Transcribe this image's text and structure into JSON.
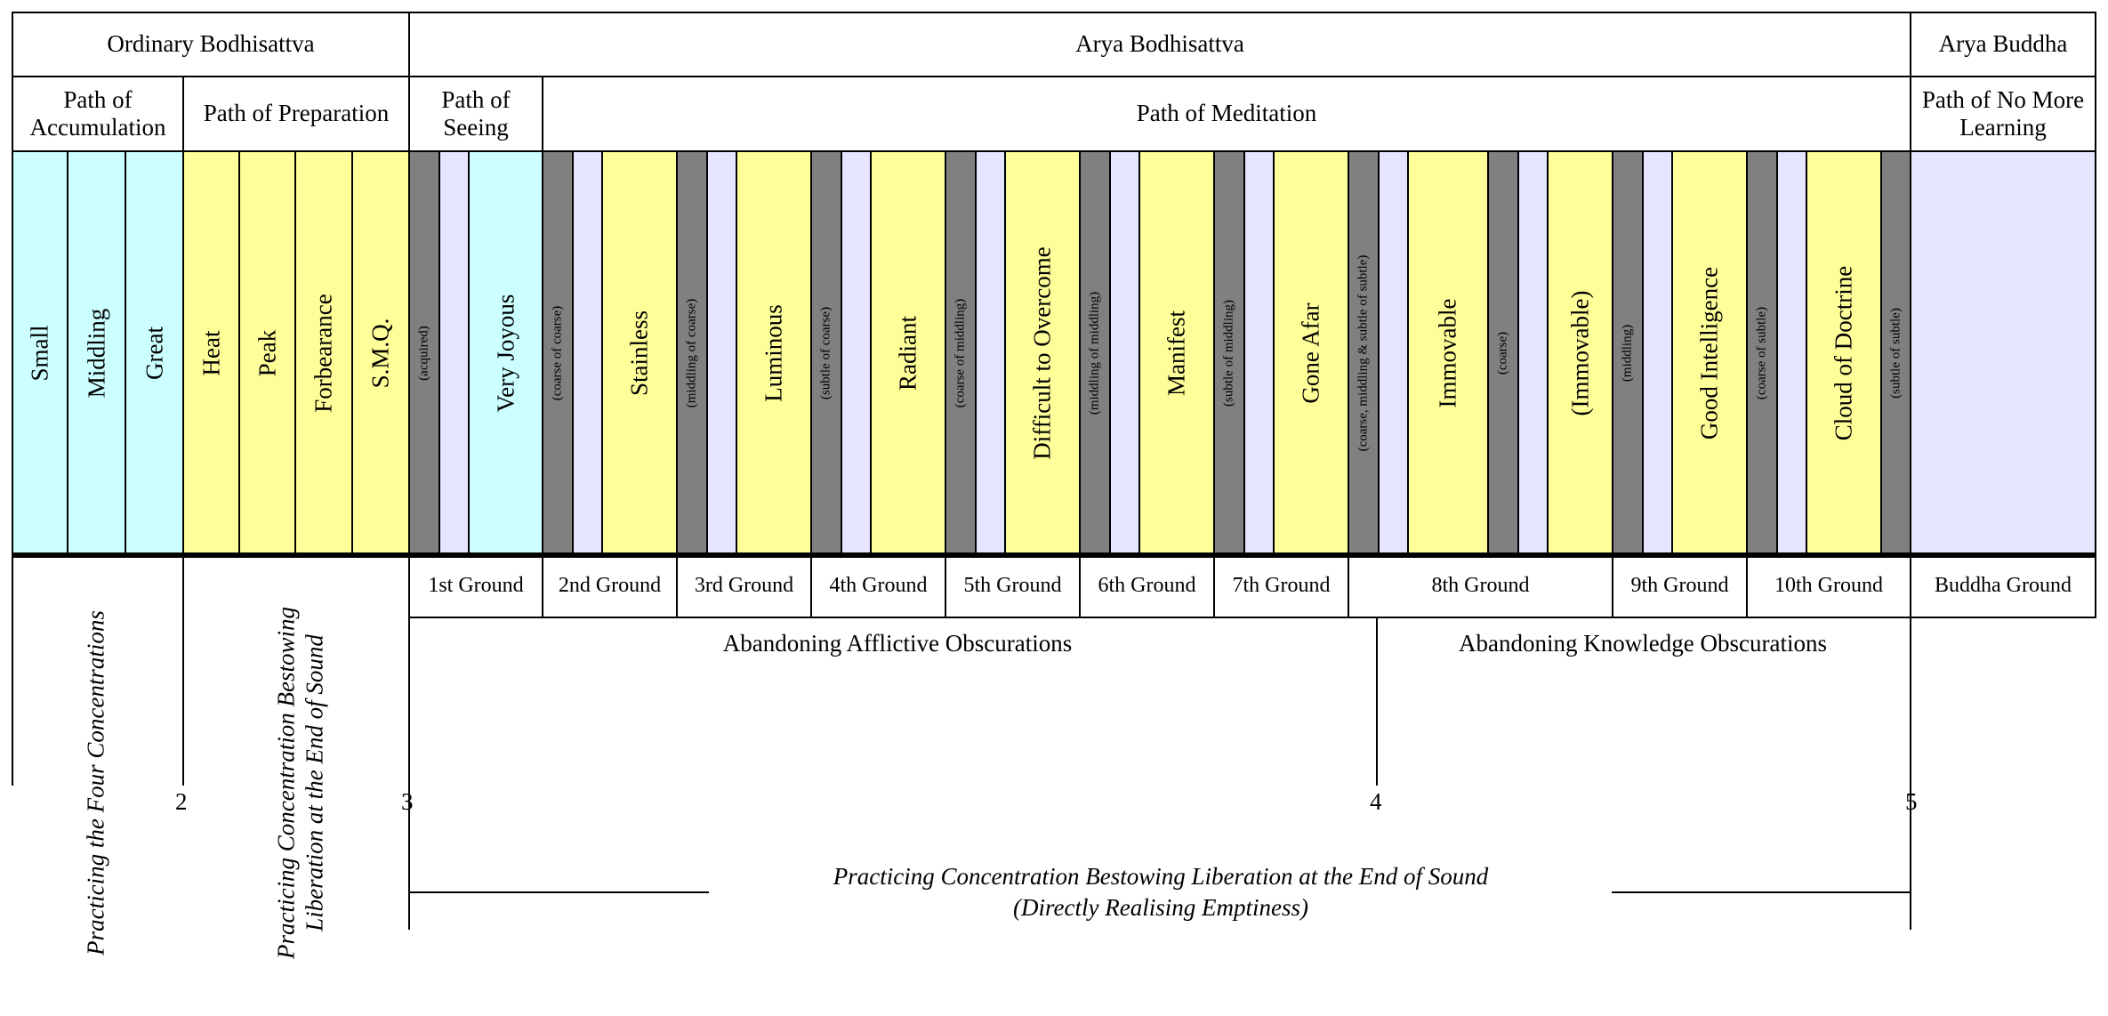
{
  "header": {
    "ordinary": "Ordinary Bodhisattva",
    "arya_bodhisattva": "Arya Bodhisattva",
    "arya_buddha": "Arya Buddha"
  },
  "paths": {
    "accumulation": "Path of Accumulation",
    "preparation": "Path of Preparation",
    "seeing": "Path of Seeing",
    "meditation": "Path of Meditation",
    "no_more_learning": "Path of No More Learning"
  },
  "stages": {
    "small": "Small",
    "middling": "Middling",
    "great": "Great",
    "heat": "Heat",
    "peak": "Peak",
    "forbearance": "Forbearance",
    "smq": "S.M.Q.",
    "acquired": "(acquired)",
    "very_joyous": "Very Joyous",
    "coarse_of_coarse": "(coarse of coarse)",
    "stainless": "Stainless",
    "middling_of_coarse": "(middling of coarse)",
    "luminous": "Luminous",
    "subtle_of_coarse": "(subtle of coarse)",
    "radiant": "Radiant",
    "coarse_of_middling": "(coarse of middling)",
    "difficult_to_overcome": "Difficult to Overcome",
    "middling_of_middling": "(middling of middling)",
    "manifest": "Manifest",
    "subtle_of_middling": "(subtle of middling)",
    "gone_afar": "Gone Afar",
    "coarse_middling_subtle_of_subtle": "(coarse, middling & subtle of subtle)",
    "immovable": "Immovable",
    "coarse": "(coarse)",
    "immovable_paren": "(Immovable)",
    "middling_paren": "(middling)",
    "good_intelligence": "Good Intelligence",
    "coarse_of_subtle": "(coarse of subtle)",
    "cloud_of_doctrine": "Cloud of Doctrine",
    "subtle_of_subtle": "(subtle of subtle)"
  },
  "grounds": [
    "1st Ground",
    "2nd Ground",
    "3rd Ground",
    "4th Ground",
    "5th Ground",
    "6th Ground",
    "7th Ground",
    "8th Ground",
    "9th Ground",
    "10th Ground",
    "Buddha Ground"
  ],
  "abandoning": {
    "afflictive": "Abandoning Afflictive Obscurations",
    "knowledge": "Abandoning Knowledge Obscurations"
  },
  "practices": {
    "four_concentrations": "Practicing the Four Concentrations",
    "preparation_line1": "Practicing Concentration Bestowing",
    "preparation_line2": "Liberation at the End of Sound",
    "bottom_line1": "Practicing Concentration Bestowing Liberation at the End of Sound",
    "bottom_line2": "(Directly Realising Emptiness)"
  },
  "markers": [
    "2",
    "3",
    "4",
    "5"
  ],
  "colors": {
    "cyan": "#ccffff",
    "yellow": "#ffff99",
    "gray": "#808080",
    "lavender": "#e5e5ff"
  }
}
